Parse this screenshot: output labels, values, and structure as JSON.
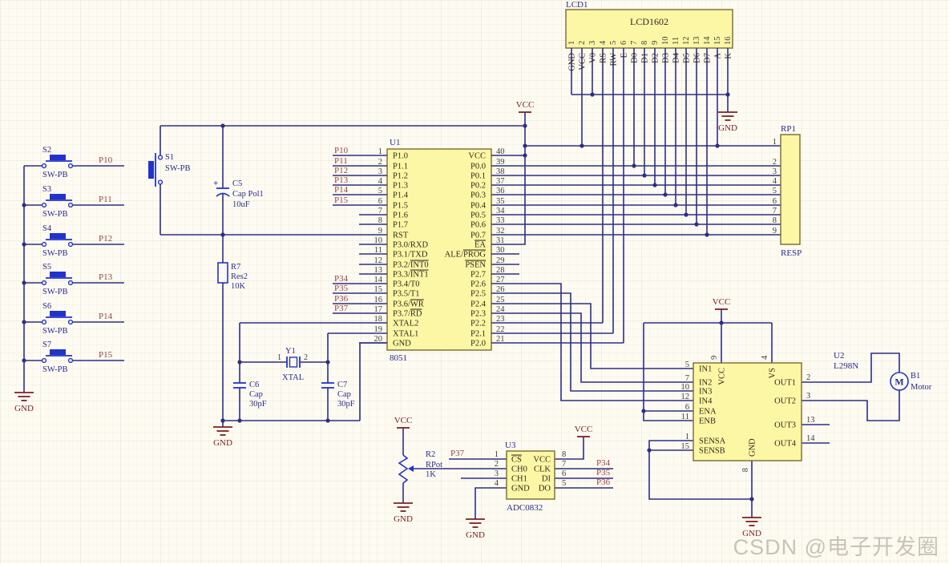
{
  "watermark": "CSDN @电子开发圈",
  "colors": {
    "background": "#fdfbf2",
    "grid_minor": "#f2efe2",
    "grid_major": "#e8e4d3",
    "wire": "#2e2e85",
    "chip_fill": "#fcf7a5",
    "chip_border": "#7a6a2e",
    "symbol_blue": "#2233cc",
    "net_label": "#964444",
    "power": "#7c2020",
    "designator": "#2a2a8e",
    "pin_number": "#3c3c3c",
    "pin_name": "#2f281b"
  },
  "u1": {
    "designator": "U1",
    "value": "8051",
    "left_pins": [
      {
        "num": "1",
        "name": "P1.0"
      },
      {
        "num": "2",
        "name": "P1.1"
      },
      {
        "num": "3",
        "name": "P1.2"
      },
      {
        "num": "4",
        "name": "P1.3"
      },
      {
        "num": "5",
        "name": "P1.4"
      },
      {
        "num": "6",
        "name": "P1.5"
      },
      {
        "num": "7",
        "name": "P1.6"
      },
      {
        "num": "8",
        "name": "P1.7"
      },
      {
        "num": "9",
        "name": "RST"
      },
      {
        "num": "10",
        "name": "P3.0/RXD"
      },
      {
        "num": "11",
        "name": "P3.1/TXD"
      },
      {
        "num": "12",
        "name": "P3.2/",
        "over": "INT0"
      },
      {
        "num": "13",
        "name": "P3.3/",
        "over": "INT1"
      },
      {
        "num": "14",
        "name": "P3.4/T0"
      },
      {
        "num": "15",
        "name": "P3.5/T1"
      },
      {
        "num": "16",
        "name": "P3.6/",
        "over": "WR"
      },
      {
        "num": "17",
        "name": "P3.7/",
        "over": "RD"
      },
      {
        "num": "18",
        "name": "XTAL2"
      },
      {
        "num": "19",
        "name": "XTAL1"
      },
      {
        "num": "20",
        "name": "GND"
      }
    ],
    "right_pins": [
      {
        "num": "40",
        "name": "VCC"
      },
      {
        "num": "39",
        "name": "P0.0"
      },
      {
        "num": "38",
        "name": "P0.1"
      },
      {
        "num": "37",
        "name": "P0.2"
      },
      {
        "num": "36",
        "name": "P0.3"
      },
      {
        "num": "35",
        "name": "P0.4"
      },
      {
        "num": "34",
        "name": "P0.5"
      },
      {
        "num": "33",
        "name": "P0.6"
      },
      {
        "num": "32",
        "name": "P0.7"
      },
      {
        "num": "31",
        "name": "",
        "over": "EA"
      },
      {
        "num": "30",
        "name": "ALE/",
        "over": "PROG"
      },
      {
        "num": "29",
        "name": "",
        "over": "PSEN"
      },
      {
        "num": "28",
        "name": "P2.7"
      },
      {
        "num": "27",
        "name": "P2.6"
      },
      {
        "num": "26",
        "name": "P2.5"
      },
      {
        "num": "25",
        "name": "P2.4"
      },
      {
        "num": "24",
        "name": "P2.3"
      },
      {
        "num": "23",
        "name": "P2.2"
      },
      {
        "num": "22",
        "name": "P2.1"
      },
      {
        "num": "21",
        "name": "P2.0"
      }
    ],
    "net_labels_p1": [
      "P10",
      "P11",
      "P12",
      "P13",
      "P14",
      "P15"
    ],
    "net_labels_p3": [
      "P34",
      "P35",
      "P36",
      "P37"
    ]
  },
  "lcd1": {
    "designator": "LCD1",
    "title": "LCD1602",
    "pins": [
      {
        "num": "1",
        "name": "GND"
      },
      {
        "num": "2",
        "name": "VCC"
      },
      {
        "num": "3",
        "name": "V0"
      },
      {
        "num": "4",
        "name": "RS"
      },
      {
        "num": "5",
        "name": "RW"
      },
      {
        "num": "6",
        "name": "E"
      },
      {
        "num": "7",
        "name": "D0"
      },
      {
        "num": "8",
        "name": "D1"
      },
      {
        "num": "9",
        "name": "D2"
      },
      {
        "num": "10",
        "name": "D3"
      },
      {
        "num": "11",
        "name": "D4"
      },
      {
        "num": "12",
        "name": "D5"
      },
      {
        "num": "13",
        "name": "D6"
      },
      {
        "num": "14",
        "name": "D7"
      },
      {
        "num": "15",
        "name": "A"
      },
      {
        "num": "16",
        "name": "K"
      }
    ]
  },
  "rp1": {
    "designator": "RP1",
    "value": "RESP",
    "pins": [
      "1",
      "2",
      "3",
      "4",
      "5",
      "6",
      "7",
      "8",
      "9"
    ]
  },
  "u2": {
    "designator": "U2",
    "value": "L298N",
    "left_pins": [
      {
        "num": "5",
        "name": "IN1"
      },
      {
        "num": "7",
        "name": "IN2"
      },
      {
        "num": "10",
        "name": "IN3"
      },
      {
        "num": "12",
        "name": "IN4"
      },
      {
        "num": "6",
        "name": "ENA"
      },
      {
        "num": "11",
        "name": "ENB"
      },
      {
        "num": "1",
        "name": "SENSA"
      },
      {
        "num": "15",
        "name": "SENSB"
      }
    ],
    "right_pins": [
      {
        "num": "2",
        "name": "OUT1"
      },
      {
        "num": "3",
        "name": "OUT2"
      },
      {
        "num": "13",
        "name": "OUT3"
      },
      {
        "num": "14",
        "name": "OUT4"
      }
    ],
    "top_pins": [
      {
        "num": "9",
        "name": "VCC"
      },
      {
        "num": "4",
        "name": "VS"
      }
    ],
    "bottom_pins": [
      {
        "num": "8",
        "name": "GND"
      }
    ]
  },
  "u3": {
    "designator": "U3",
    "value": "ADC0832",
    "left_pins": [
      {
        "num": "1",
        "name": "",
        "over": "CS"
      },
      {
        "num": "2",
        "name": "CH0"
      },
      {
        "num": "3",
        "name": "CH1"
      },
      {
        "num": "4",
        "name": "GND"
      }
    ],
    "right_pins": [
      {
        "num": "8",
        "name": "VCC"
      },
      {
        "num": "7",
        "name": "CLK"
      },
      {
        "num": "6",
        "name": "DI"
      },
      {
        "num": "5",
        "name": "DO"
      }
    ],
    "net_label_left": "P37",
    "net_labels_right": [
      "P34",
      "P35",
      "P36"
    ]
  },
  "switch_bank": [
    {
      "ref": "S2",
      "val": "SW-PB",
      "net": "P10"
    },
    {
      "ref": "S3",
      "val": "SW-PB",
      "net": "P11"
    },
    {
      "ref": "S4",
      "val": "SW-PB",
      "net": "P12"
    },
    {
      "ref": "S5",
      "val": "SW-PB",
      "net": "P13"
    },
    {
      "ref": "S6",
      "val": "SW-PB",
      "net": "P14"
    },
    {
      "ref": "S7",
      "val": "SW-PB",
      "net": "P15"
    }
  ],
  "parts": {
    "s1": {
      "ref": "S1",
      "val": "SW-PB"
    },
    "c5": {
      "ref": "C5",
      "val": "Cap Pol1",
      "val2": "10uF",
      "plus": "+"
    },
    "r7": {
      "ref": "R7",
      "val": "Res2",
      "val2": "10K"
    },
    "y1": {
      "ref": "Y1",
      "val": "XTAL",
      "pin1": "1",
      "pin2": "2"
    },
    "c6": {
      "ref": "C6",
      "val": "Cap",
      "val2": "30pF"
    },
    "c7": {
      "ref": "C7",
      "val": "Cap",
      "val2": "30pF"
    },
    "r2": {
      "ref": "R2",
      "val": "RPot",
      "val2": "1K"
    },
    "b1": {
      "ref": "B1",
      "val": "Motor",
      "letter": "M"
    }
  },
  "power": {
    "vcc": "VCC",
    "gnd": "GND"
  }
}
